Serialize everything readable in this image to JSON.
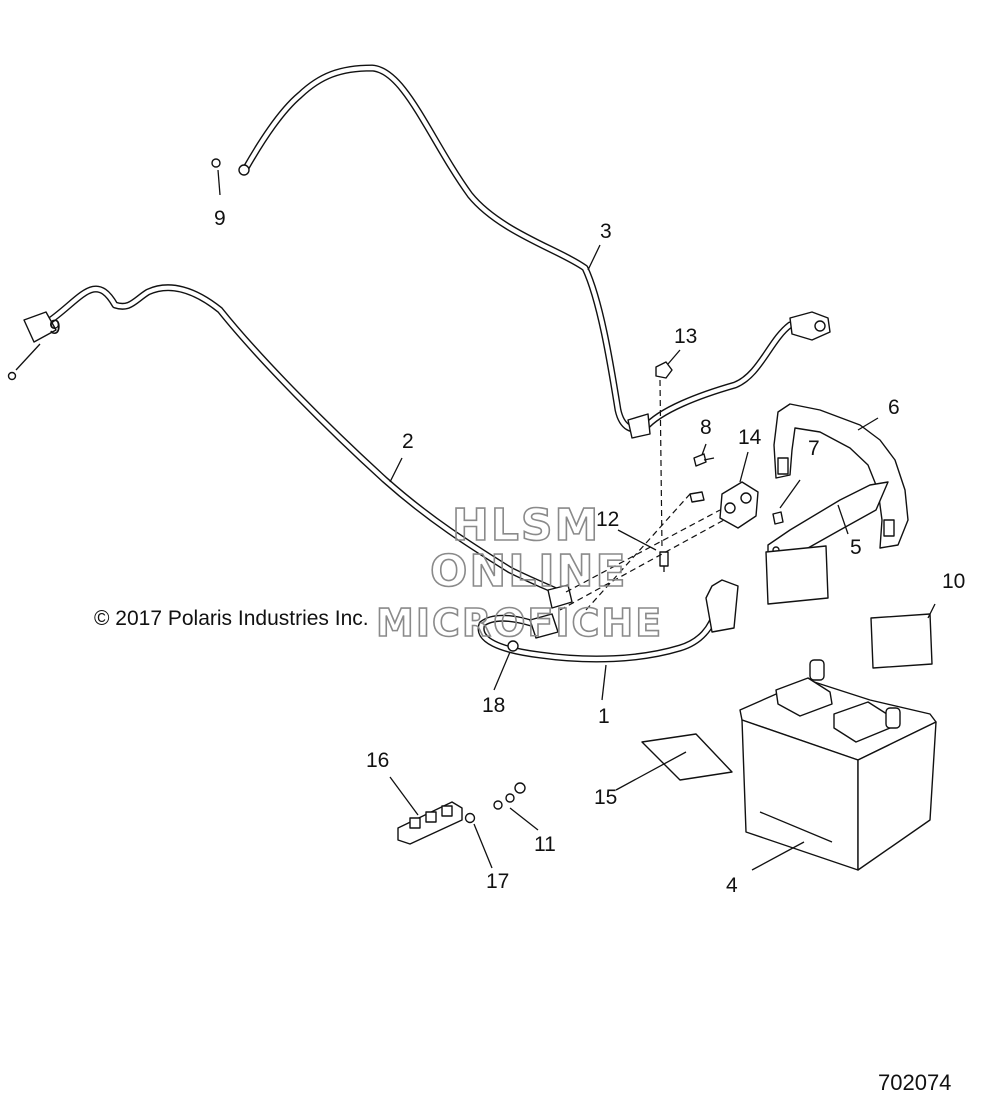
{
  "copyright": "© 2017 Polaris Industries Inc.",
  "diagram_number": "702074",
  "watermark": {
    "line1": "HLSM",
    "line2": "ONLINE",
    "line3": "MICROFICHE"
  },
  "callouts": {
    "c1": "1",
    "c2": "2",
    "c3": "3",
    "c4": "4",
    "c5": "5",
    "c6": "6",
    "c7": "7",
    "c8": "8",
    "c9a": "9",
    "c9b": "9",
    "c10": "10",
    "c11": "11",
    "c12": "12",
    "c13": "13",
    "c14": "14",
    "c15": "15",
    "c16": "16",
    "c17": "17",
    "c18": "18"
  }
}
